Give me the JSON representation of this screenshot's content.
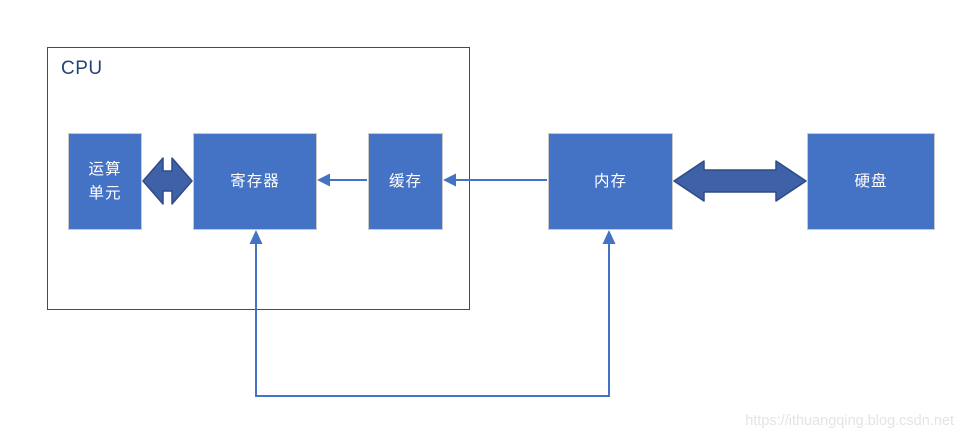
{
  "diagram": {
    "type": "block-diagram",
    "container": {
      "label": "CPU",
      "contains": [
        "运算单元",
        "寄存器",
        "缓存"
      ]
    },
    "nodes": {
      "alu": {
        "label": "运算\n单元"
      },
      "register": {
        "label": "寄存器"
      },
      "cache": {
        "label": "缓存"
      },
      "memory": {
        "label": "内存"
      },
      "disk": {
        "label": "硬盘"
      }
    },
    "edges": [
      {
        "endpoints": [
          "运算单元",
          "寄存器"
        ],
        "type": "thick-double-headed-arrow",
        "direction": "bidirectional"
      },
      {
        "endpoints": [
          "缓存",
          "寄存器"
        ],
        "type": "thin-arrow",
        "direction": "缓存 → 寄存器"
      },
      {
        "endpoints": [
          "内存",
          "缓存"
        ],
        "type": "thin-arrow",
        "direction": "内存 → 缓存"
      },
      {
        "endpoints": [
          "内存",
          "硬盘"
        ],
        "type": "thick-double-headed-arrow",
        "direction": "bidirectional"
      },
      {
        "endpoints": [
          "寄存器",
          "内存"
        ],
        "type": "elbow-connector-bottom",
        "direction": "arrowheads at both ends, pointing up into 寄存器 and 内存"
      }
    ],
    "watermark": "https://ithuangqing.blog.csdn.net"
  },
  "colors": {
    "node_fill": "#4472C4",
    "node_border": "#C9C9C9",
    "node_text": "#FFFFFF",
    "thick_arrow_fill": "#3E61A8",
    "thick_arrow_stroke": "#2E4C86",
    "line_color": "#4472C4",
    "cpu_border": "#2E4C86",
    "cpu_label": "#24437C",
    "watermark_color": "#E4E4E4",
    "bg": "#FFFFFF"
  }
}
